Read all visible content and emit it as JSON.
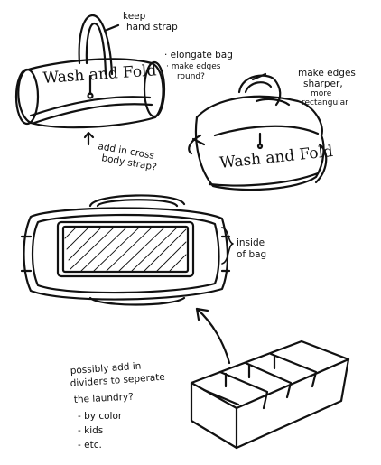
{
  "sketches": {
    "bag_round": {
      "label": "Wash and Fold",
      "notes": {
        "strap_note": [
          "keep",
          "hand strap"
        ],
        "shape_note": [
          "· elongate bag",
          "· make edges",
          "round?"
        ],
        "cross_strap_note": [
          "add in cross",
          "body strap?"
        ]
      }
    },
    "bag_rect": {
      "label": "Wash and Fold",
      "notes": {
        "edges_note": [
          "make edges",
          "sharper,",
          "more",
          "rectangular"
        ]
      }
    },
    "bag_inside": {
      "notes": {
        "inside_note": [
          "inside",
          "of bag"
        ]
      }
    },
    "organizer": {
      "notes": {
        "divider_note": [
          "possibly add in",
          "dividers to seperate",
          "the laundry?",
          "- by color",
          "- kids",
          "- etc."
        ]
      }
    }
  },
  "colors": {
    "ink": "#111111",
    "paper": "#ffffff"
  }
}
